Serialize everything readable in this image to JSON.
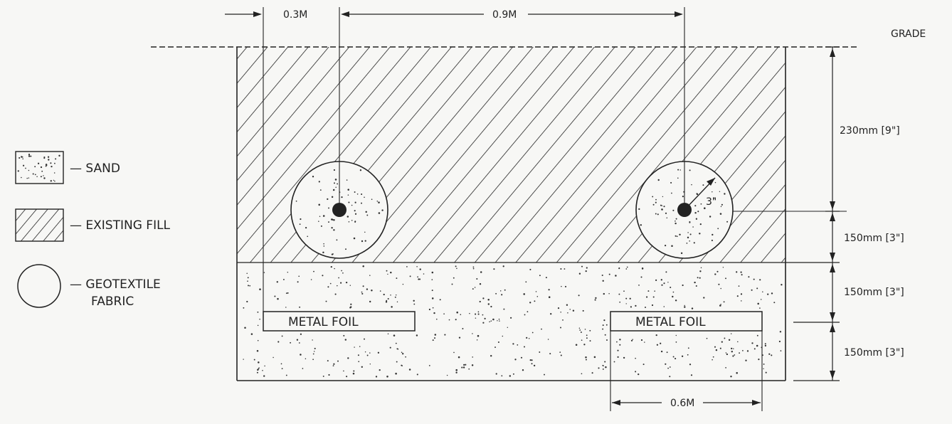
{
  "diagram": {
    "grade_label": "GRADE",
    "top_dims": {
      "left": "0.3M",
      "middle": "0.9M"
    },
    "bottom_dim": "0.6M",
    "radius_label": "3\"",
    "right_dims": [
      "230mm [9\"]",
      "150mm [3\"]",
      "150mm [3\"]",
      "150mm [3\"]"
    ],
    "foil_labels": [
      "METAL FOIL",
      "METAL FOIL"
    ]
  },
  "legend": {
    "sand": "— SAND",
    "existing_fill": "— EXISTING FILL",
    "geotextile_line1": "— GEOTEXTILE",
    "geotextile_line2": "FABRIC"
  },
  "colors": {
    "ink": "#222222",
    "paper": "#f7f7f5"
  }
}
